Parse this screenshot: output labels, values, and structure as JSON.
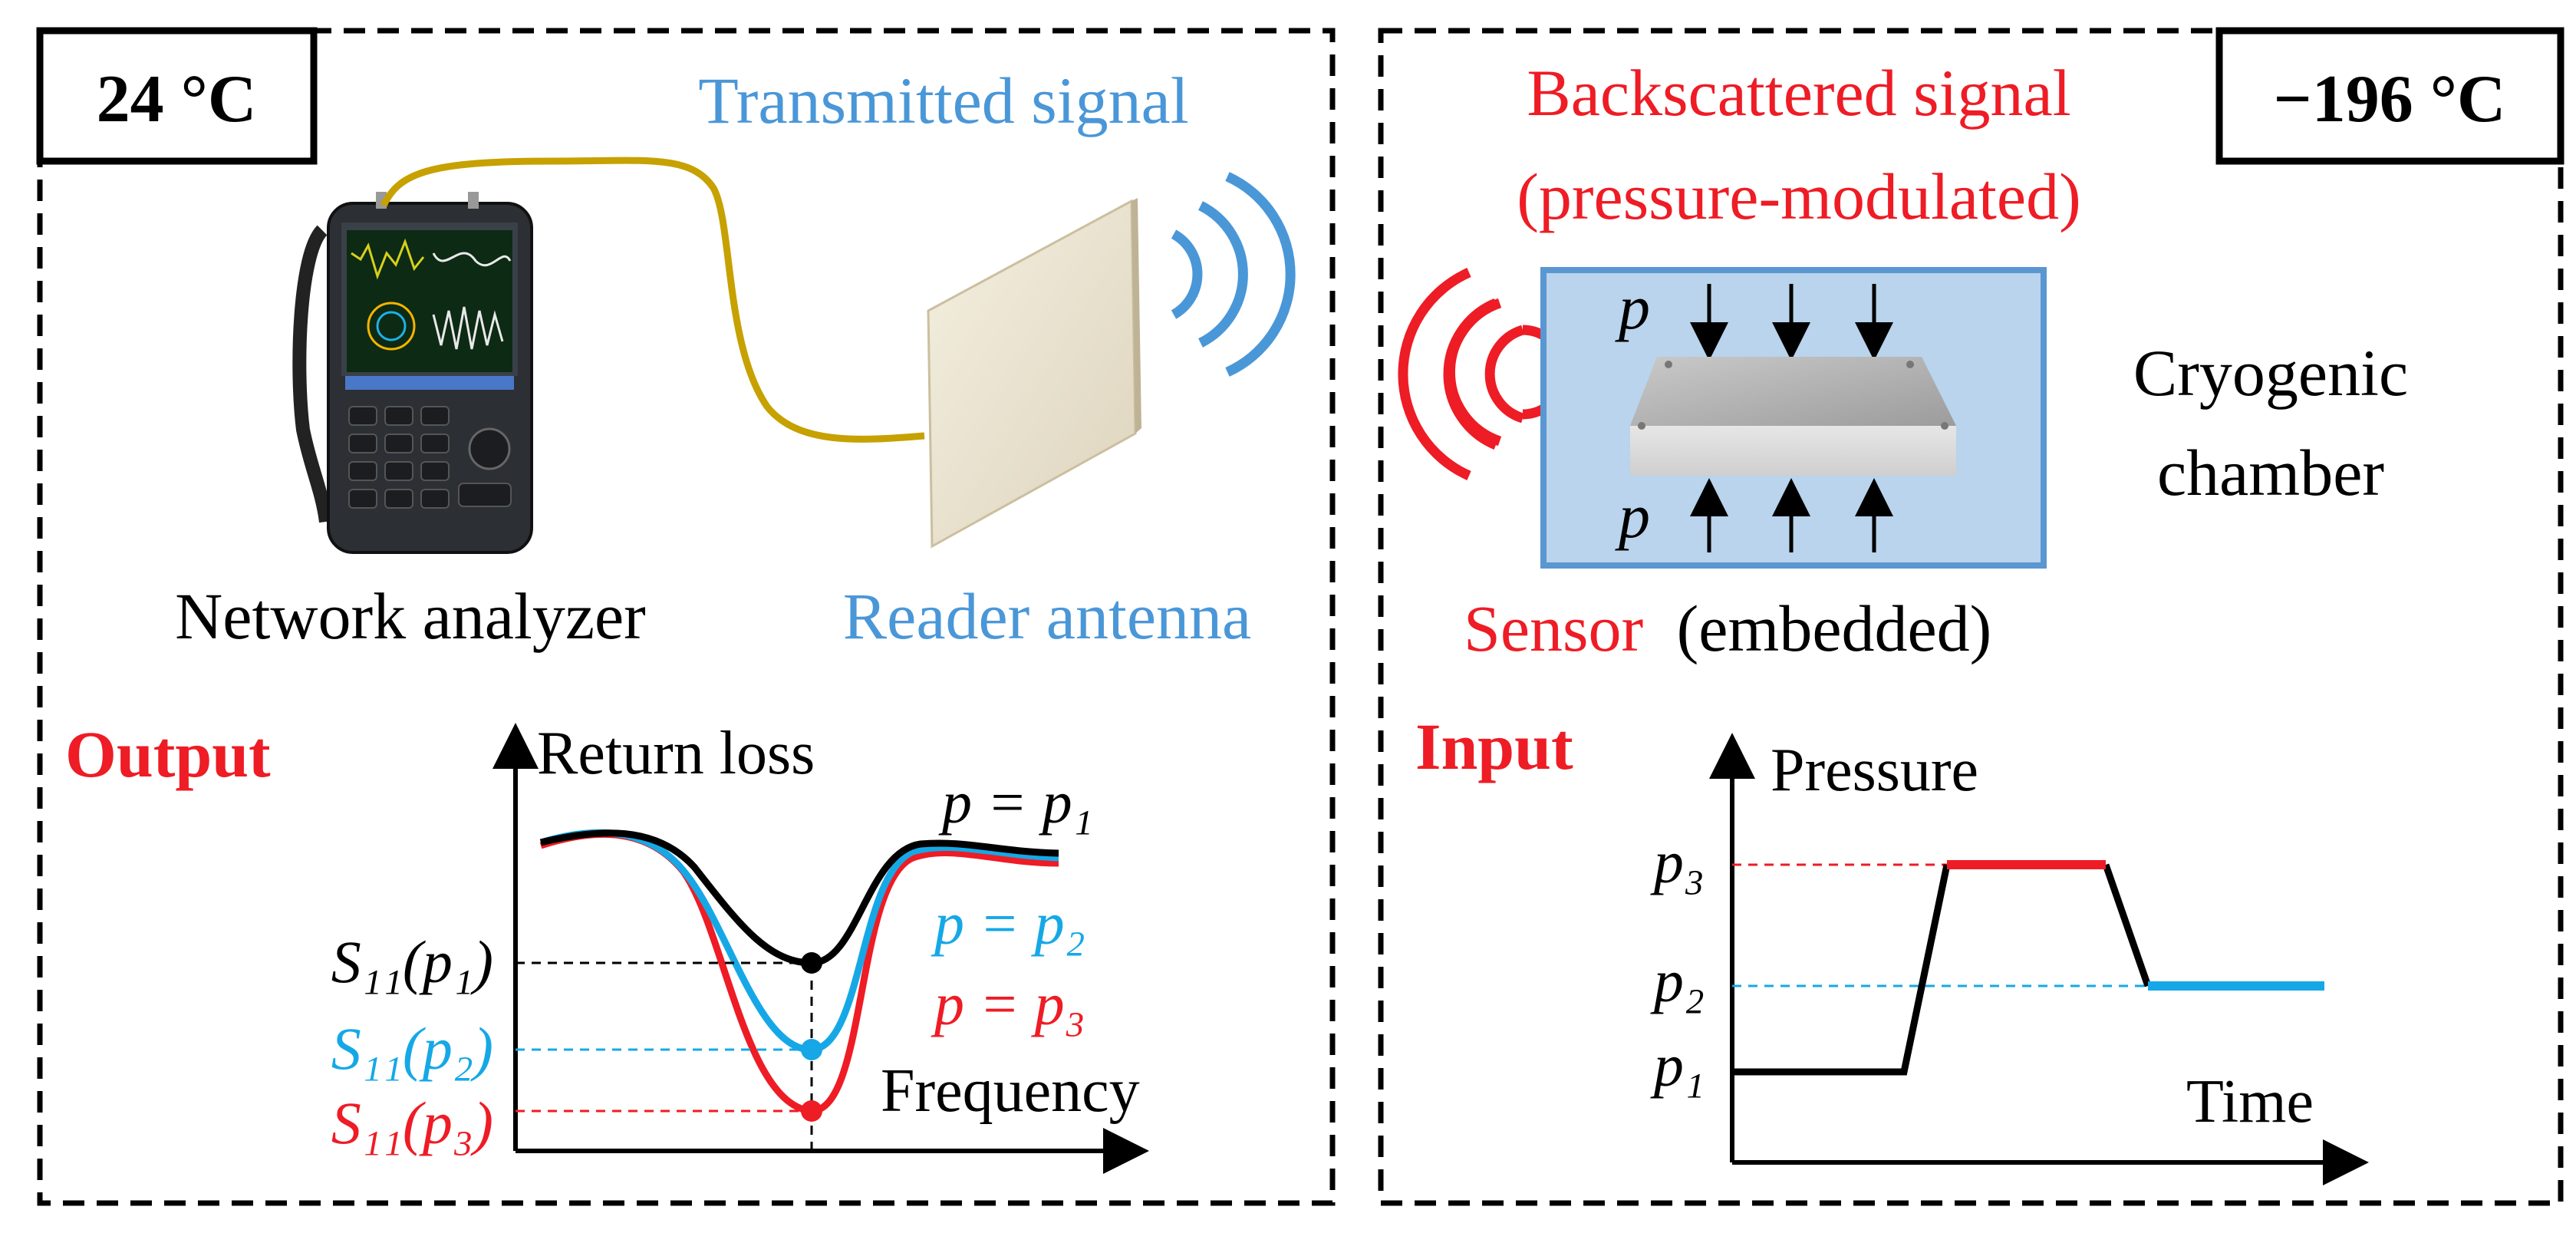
{
  "colors": {
    "red": "#ee1c25",
    "blue": "#4a97d8",
    "cyan": "#16a8e6",
    "black": "#000000",
    "cable": "#c6a100",
    "chamber_fill": "#b9d4ec",
    "chamber_edge": "#5a96d2"
  },
  "left_panel": {
    "temp_label": "24 °C",
    "transmitted_label": "Transmitted signal",
    "network_analyzer_label": "Network analyzer",
    "reader_antenna_label": "Reader antenna",
    "output_label": "Output",
    "plot": {
      "y_axis_label": "Return loss",
      "x_axis_label": "Frequency",
      "p1_curve_label": "p = p₁",
      "p2_curve_label": "p = p₂",
      "p3_curve_label": "p = p₃",
      "s11_p1": "S₁₁(p₁)",
      "s11_p2": "S₁₁(p₂)",
      "s11_p3": "S₁₁(p₃)"
    }
  },
  "right_panel": {
    "temp_label": "−196 °C",
    "backscatter_line1": "Backscattered signal",
    "backscatter_line2": "(pressure-modulated)",
    "pressure_symbol_top": "p",
    "pressure_symbol_bottom": "p",
    "chamber_line1": "Cryogenic",
    "chamber_line2": "chamber",
    "sensor_word": "Sensor",
    "embedded_word": "(embedded)",
    "input_label": "Input",
    "plot": {
      "y_axis_label": "Pressure",
      "x_axis_label": "Time",
      "p1": "p₁",
      "p2": "p₂",
      "p3": "p₃"
    }
  }
}
